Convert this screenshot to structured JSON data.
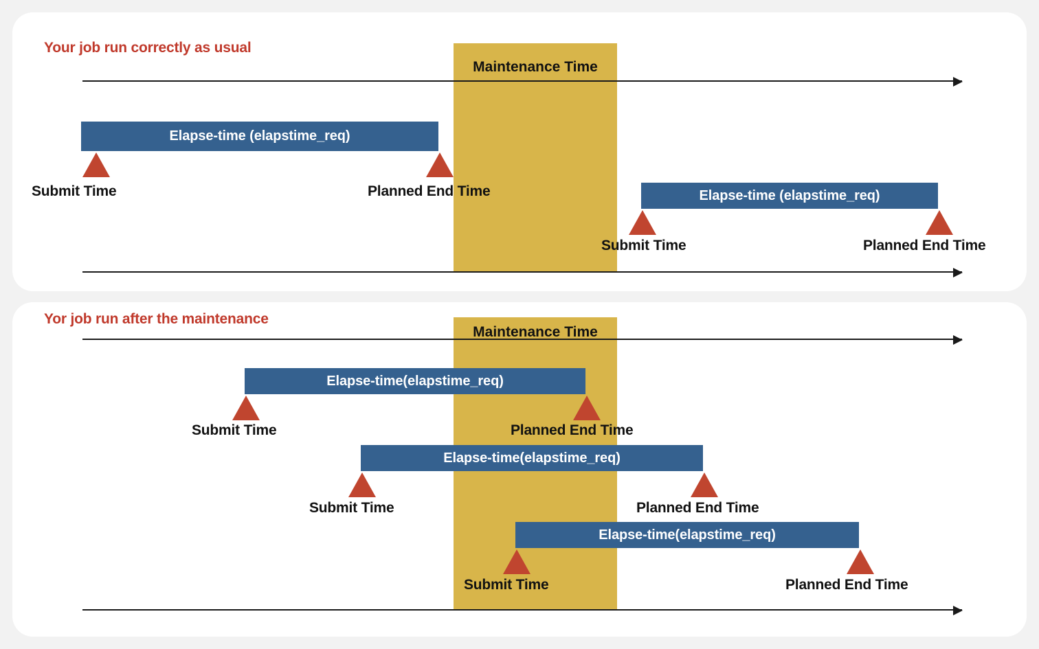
{
  "page": {
    "background": "#f2f2f2",
    "accent_red": "#c0392b",
    "bar_blue": "#35618f",
    "maintenance_gold": "#d8b54a",
    "marker_red": "#c0452f"
  },
  "panels": [
    {
      "id": "panel-top",
      "title": "Your job run correctly as usual",
      "maintenance_label": "Maintenance Time",
      "jobs": [
        {
          "bar_label": "Elapse-time (elapstime_req)",
          "start_label": "Submit Time",
          "end_label": "Planned End Time"
        },
        {
          "bar_label": "Elapse-time (elapstime_req)",
          "start_label": "Submit Time",
          "end_label": "Planned End Time"
        }
      ]
    },
    {
      "id": "panel-bottom",
      "title": "Yor job run after the maintenance",
      "maintenance_label": "Maintenance Time",
      "jobs": [
        {
          "bar_label": "Elapse-time(elapstime_req)",
          "start_label": "Submit Time",
          "end_label": "Planned End Time"
        },
        {
          "bar_label": "Elapse-time(elapstime_req)",
          "start_label": "Submit Time",
          "end_label": "Planned End Time"
        },
        {
          "bar_label": "Elapse-time(elapstime_req)",
          "start_label": "Submit Time",
          "end_label": "Planned End Time"
        }
      ]
    }
  ]
}
